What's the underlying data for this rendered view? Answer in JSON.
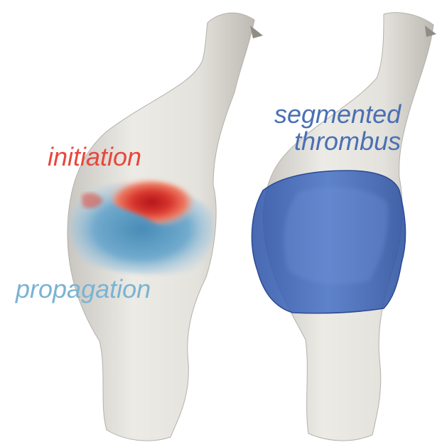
{
  "labels": {
    "initiation": "initiation",
    "propagation": "propagation",
    "segmented_line1": "segmented",
    "segmented_line2": "thrombus"
  },
  "colors": {
    "background": "#ffffff",
    "vessel_surface": "#e6e3de",
    "vessel_shadow": "#b9b6b0",
    "initiation": "#e8473c",
    "propagation": "#7ab3d3",
    "segmented_thrombus": "#4a6fb3",
    "thrombus_fill": "#3f67c0"
  },
  "icons": {
    "left_model": "vessel-model-with-initiation-propagation-map",
    "right_model": "vessel-model-with-segmented-thrombus"
  }
}
